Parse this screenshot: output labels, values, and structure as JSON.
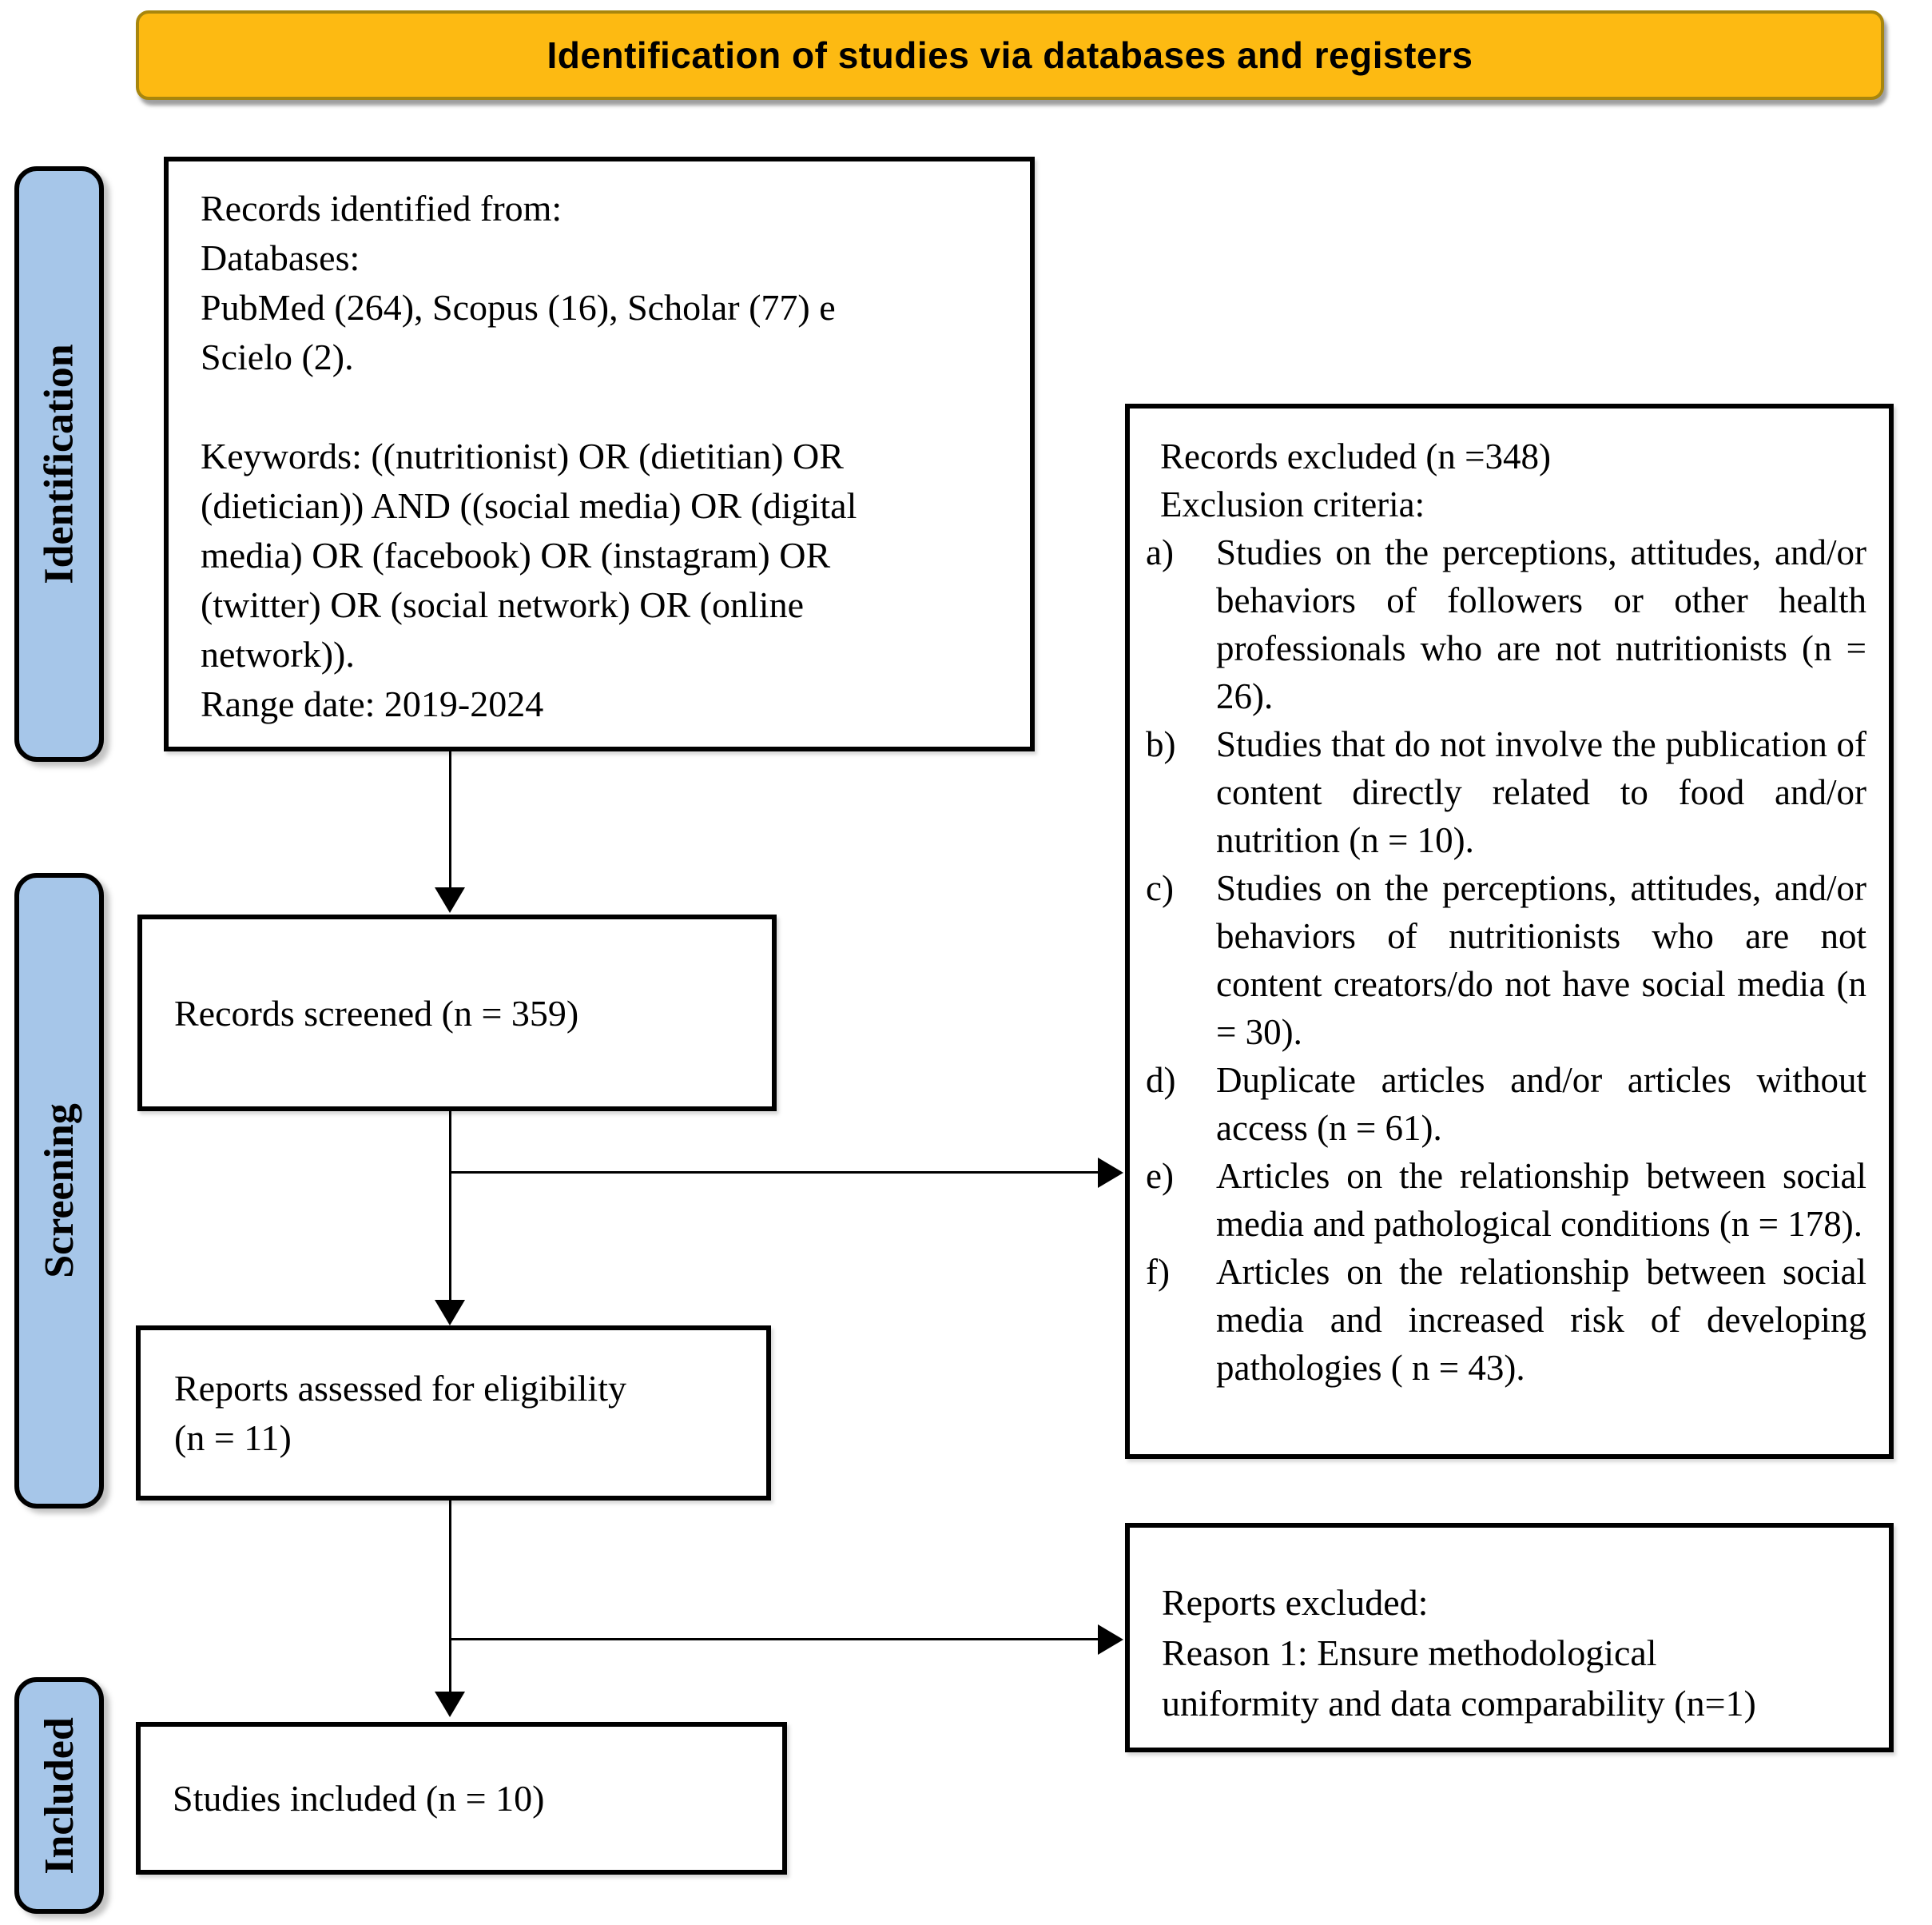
{
  "banner": {
    "title": "Identification of studies via databases and registers"
  },
  "stages": {
    "identification": "Identification",
    "screening": "Screening",
    "included": "Included"
  },
  "flow": {
    "identified": {
      "lines": [
        "Records identified from:",
        "Databases:",
        "PubMed (264), Scopus (16), Scholar (77) e",
        "Scielo (2).",
        "",
        "Keywords: ((nutritionist) OR (dietitian) OR",
        "(dietician)) AND ((social media) OR (digital",
        "media) OR (facebook) OR (instagram) OR",
        "(twitter) OR (social network) OR (online",
        "network)).",
        "Range date: 2019-2024"
      ]
    },
    "screened": {
      "text": "Records screened (n = 359)"
    },
    "assessed": {
      "lines": [
        "Reports assessed for eligibility",
        "(n = 11)"
      ]
    },
    "included": {
      "text": "Studies included (n = 10)"
    }
  },
  "exclusions": {
    "records": {
      "title": "Records excluded (n =348)",
      "subtitle": "Exclusion criteria:",
      "items": [
        {
          "marker": "a)",
          "text": "Studies on the perceptions, attitudes, and/or behaviors of followers or other health professionals who are not nutritionists (n = 26)."
        },
        {
          "marker": "b)",
          "text": "Studies that do not involve the publication of content directly related to food and/or nutrition (n = 10)."
        },
        {
          "marker": "c)",
          "text": "Studies on the perceptions, attitudes, and/or behaviors of nutritionists who are not content creators/do not have social media (n = 30)."
        },
        {
          "marker": "d)",
          "text": "Duplicate articles and/or articles without access (n = 61)."
        },
        {
          "marker": "e)",
          "text": "Articles on the relationship between social media and pathological conditions (n = 178)."
        },
        {
          "marker": "f)",
          "text": "Articles on the relationship between social media and increased risk of developing pathologies ( n = 43)."
        }
      ]
    },
    "reports": {
      "lines": [
        "Reports excluded:",
        "Reason 1: Ensure methodological",
        "uniformity and data comparability (n=1)"
      ]
    }
  },
  "colors": {
    "banner_fill": "#FDBA12",
    "banner_border": "#A8860D",
    "stage_fill": "#A6C6E9",
    "box_border": "#000000",
    "box_fill": "#FFFFFF"
  }
}
